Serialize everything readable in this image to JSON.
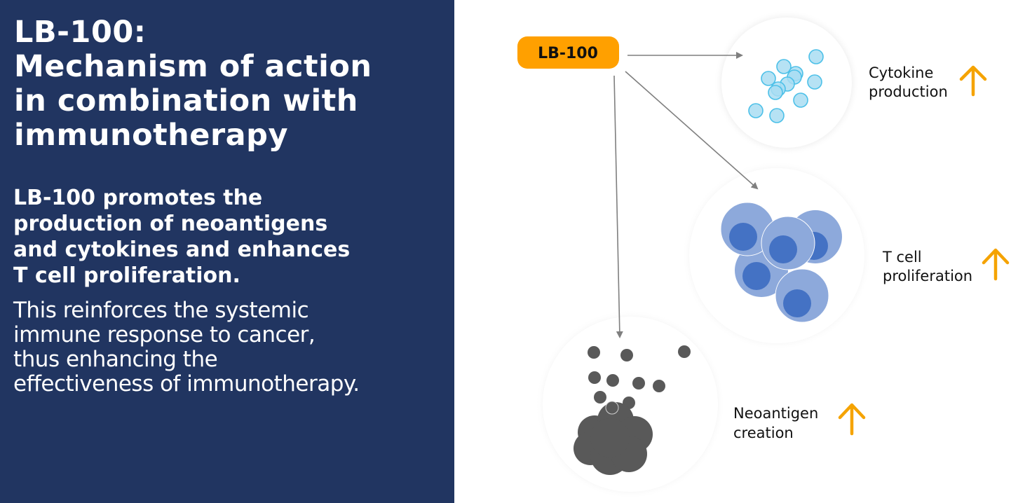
{
  "left_panel": {
    "title": "LB-100:\nMechanism of action\nin combination with\nimmunotherapy",
    "subtitle": "LB-100 promotes the\nproduction of neoantigens\nand cytokines and enhances\nT cell proliferation.",
    "body": "This reinforces the systemic\nimmune response to cancer,\nthus enhancing the\neffectiveness of immunotherapy."
  },
  "diagram": {
    "source_label": "LB-100",
    "colors": {
      "panel": "#213561",
      "pill": "#FFA000",
      "arrow": "#7f7f7f",
      "up_arrow": "#F5A300",
      "cytokine_fill": "#A9DDF2",
      "cytokine_stroke": "#4CC0E8",
      "tcell_outer": "#8DA9DB",
      "tcell_nucleus": "#4472C4",
      "neoantigen": "#595959"
    },
    "outcomes": [
      {
        "label_line1": "Cytokine",
        "label_line2": "production",
        "indicator": "up-arrow"
      },
      {
        "label_line1": "T cell",
        "label_line2": "proliferation",
        "indicator": "up-arrow"
      },
      {
        "label_line1": "Neoantigen",
        "label_line2": "creation",
        "indicator": "up-arrow"
      }
    ]
  }
}
